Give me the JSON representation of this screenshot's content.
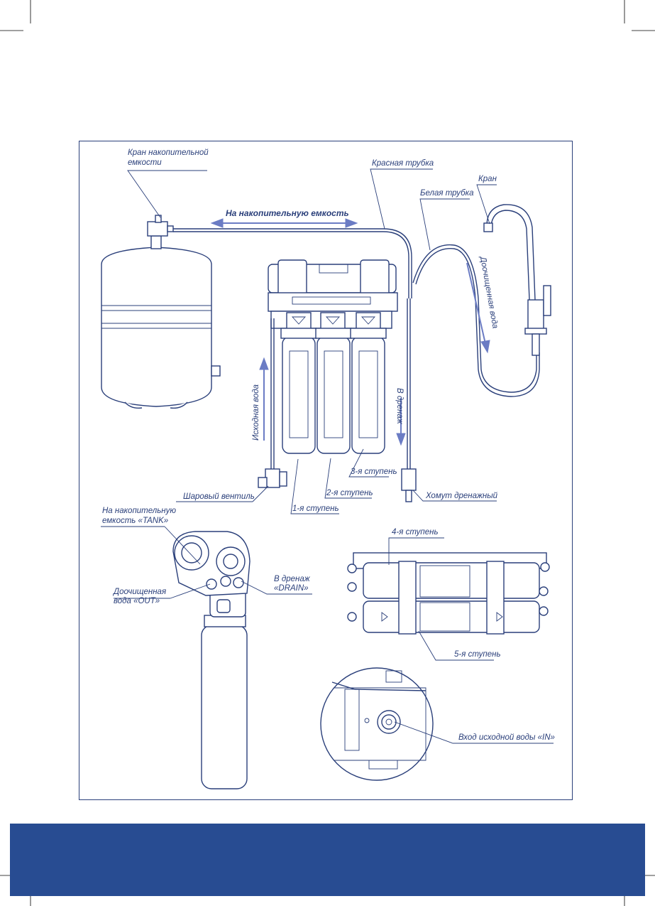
{
  "labels": {
    "tank_valve": [
      "Кран накопительной",
      "емкости"
    ],
    "red_tube": "Красная трубка",
    "faucet": "Кран",
    "white_tube": "Белая трубка",
    "to_tank": "На накопительную емкость",
    "purified_water": "Доочищенная вода",
    "source_water": "Исходная вода",
    "to_drain": "В дренаж",
    "ball_valve": "Шаровый вентиль",
    "stage3": "3-я ступень",
    "stage2": "2-я ступень",
    "stage1": "1-я ступень",
    "drain_clamp": "Хомут дренажный",
    "tank_port": [
      "На накопительную",
      "емкость «TANK»"
    ],
    "drain_port": [
      "В дренаж",
      "«DRAIN»"
    ],
    "out_port": [
      "Доочищенная",
      "вода «OUT»"
    ],
    "stage4": "4-я ступень",
    "stage5": "5-я ступень",
    "in_port": "Вход исходной воды «IN»"
  },
  "colors": {
    "line": "#2a3f7a",
    "arrow": "#6b7cc4",
    "footer": "#284c92"
  }
}
